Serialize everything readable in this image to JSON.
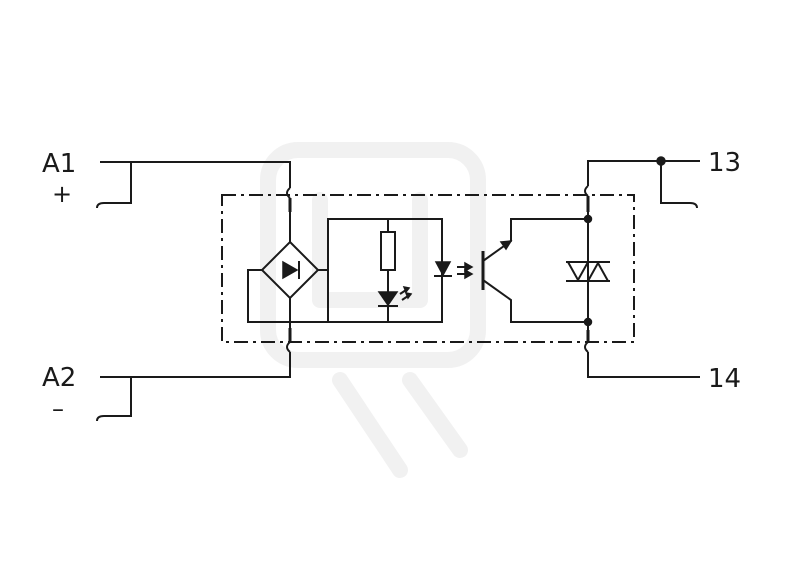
{
  "terminals": {
    "a1": "A1",
    "a1_polarity": "+",
    "a2": "A2",
    "a2_polarity": "–",
    "t13": "13",
    "t14": "14"
  }
}
